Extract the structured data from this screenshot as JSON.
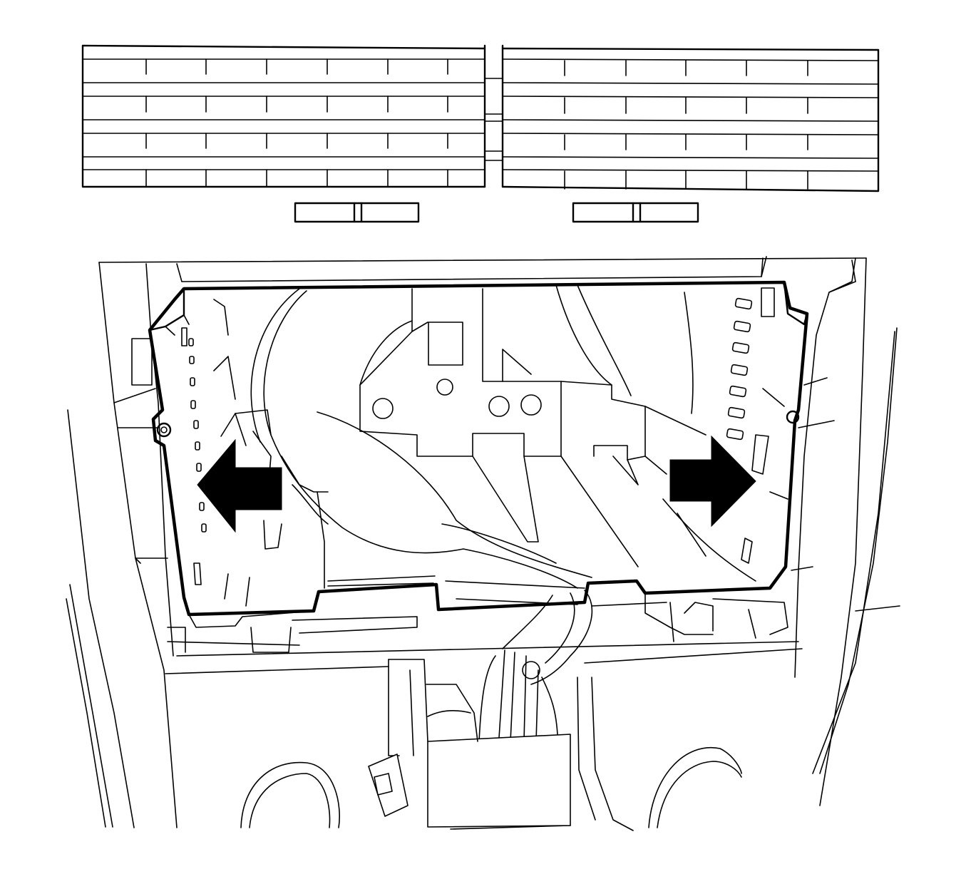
{
  "figure": {
    "subject": "module-removal",
    "arrows": [
      {
        "direction": "left",
        "color": "#000000"
      },
      {
        "direction": "right",
        "color": "#000000"
      }
    ],
    "colors": {
      "line": "#000000",
      "background": "#ffffff"
    }
  }
}
